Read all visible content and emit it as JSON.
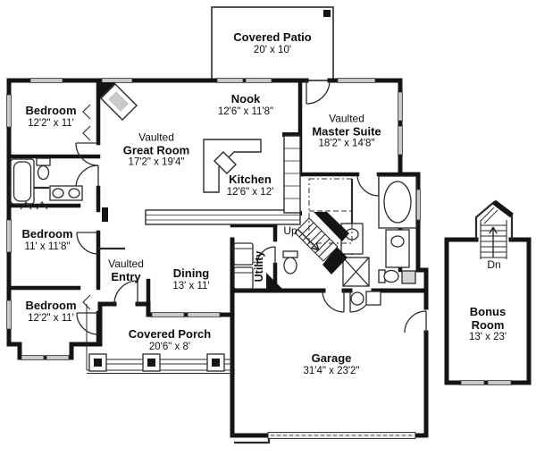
{
  "page": {
    "background": "#ffffff"
  },
  "colors": {
    "wall": "#141414",
    "thin_line": "#2a2a2a",
    "window_fill": "#c9c9c9",
    "fixture_fill": "#d5d5d5",
    "text": "#0d0d0d"
  },
  "rooms": {
    "patio": {
      "name": "Covered Patio",
      "dims": "20' x 10'"
    },
    "bedroom1": {
      "name": "Bedroom",
      "dims": "12'2\" x 11'"
    },
    "nook": {
      "name": "Nook",
      "dims": "12'6\" x 11'8\""
    },
    "great_room": {
      "prefix": "Vaulted",
      "name": "Great Room",
      "dims": "17'2\" x 19'4\""
    },
    "master_suite": {
      "prefix": "Vaulted",
      "name": "Master Suite",
      "dims": "18'2\" x 14'8\""
    },
    "kitchen": {
      "name": "Kitchen",
      "dims": "12'6\" x 12'"
    },
    "bedroom2": {
      "name": "Bedroom",
      "dims": "11' x 11'8\""
    },
    "entry": {
      "prefix": "Vaulted",
      "name": "Entry"
    },
    "dining": {
      "name": "Dining",
      "dims": "13' x 11'"
    },
    "utility": {
      "name": "Utility"
    },
    "bedroom3": {
      "name": "Bedroom",
      "dims": "12'2\" x 11'"
    },
    "porch": {
      "name": "Covered Porch",
      "dims": "20'6\" x 8'"
    },
    "garage": {
      "name": "Garage",
      "dims": "31'4\" x 23'2\""
    },
    "bonus": {
      "name_line1": "Bonus",
      "name_line2": "Room",
      "dims": "13' x 23'"
    }
  },
  "stairs": {
    "up_label": "Up",
    "down_label": "Dn"
  }
}
